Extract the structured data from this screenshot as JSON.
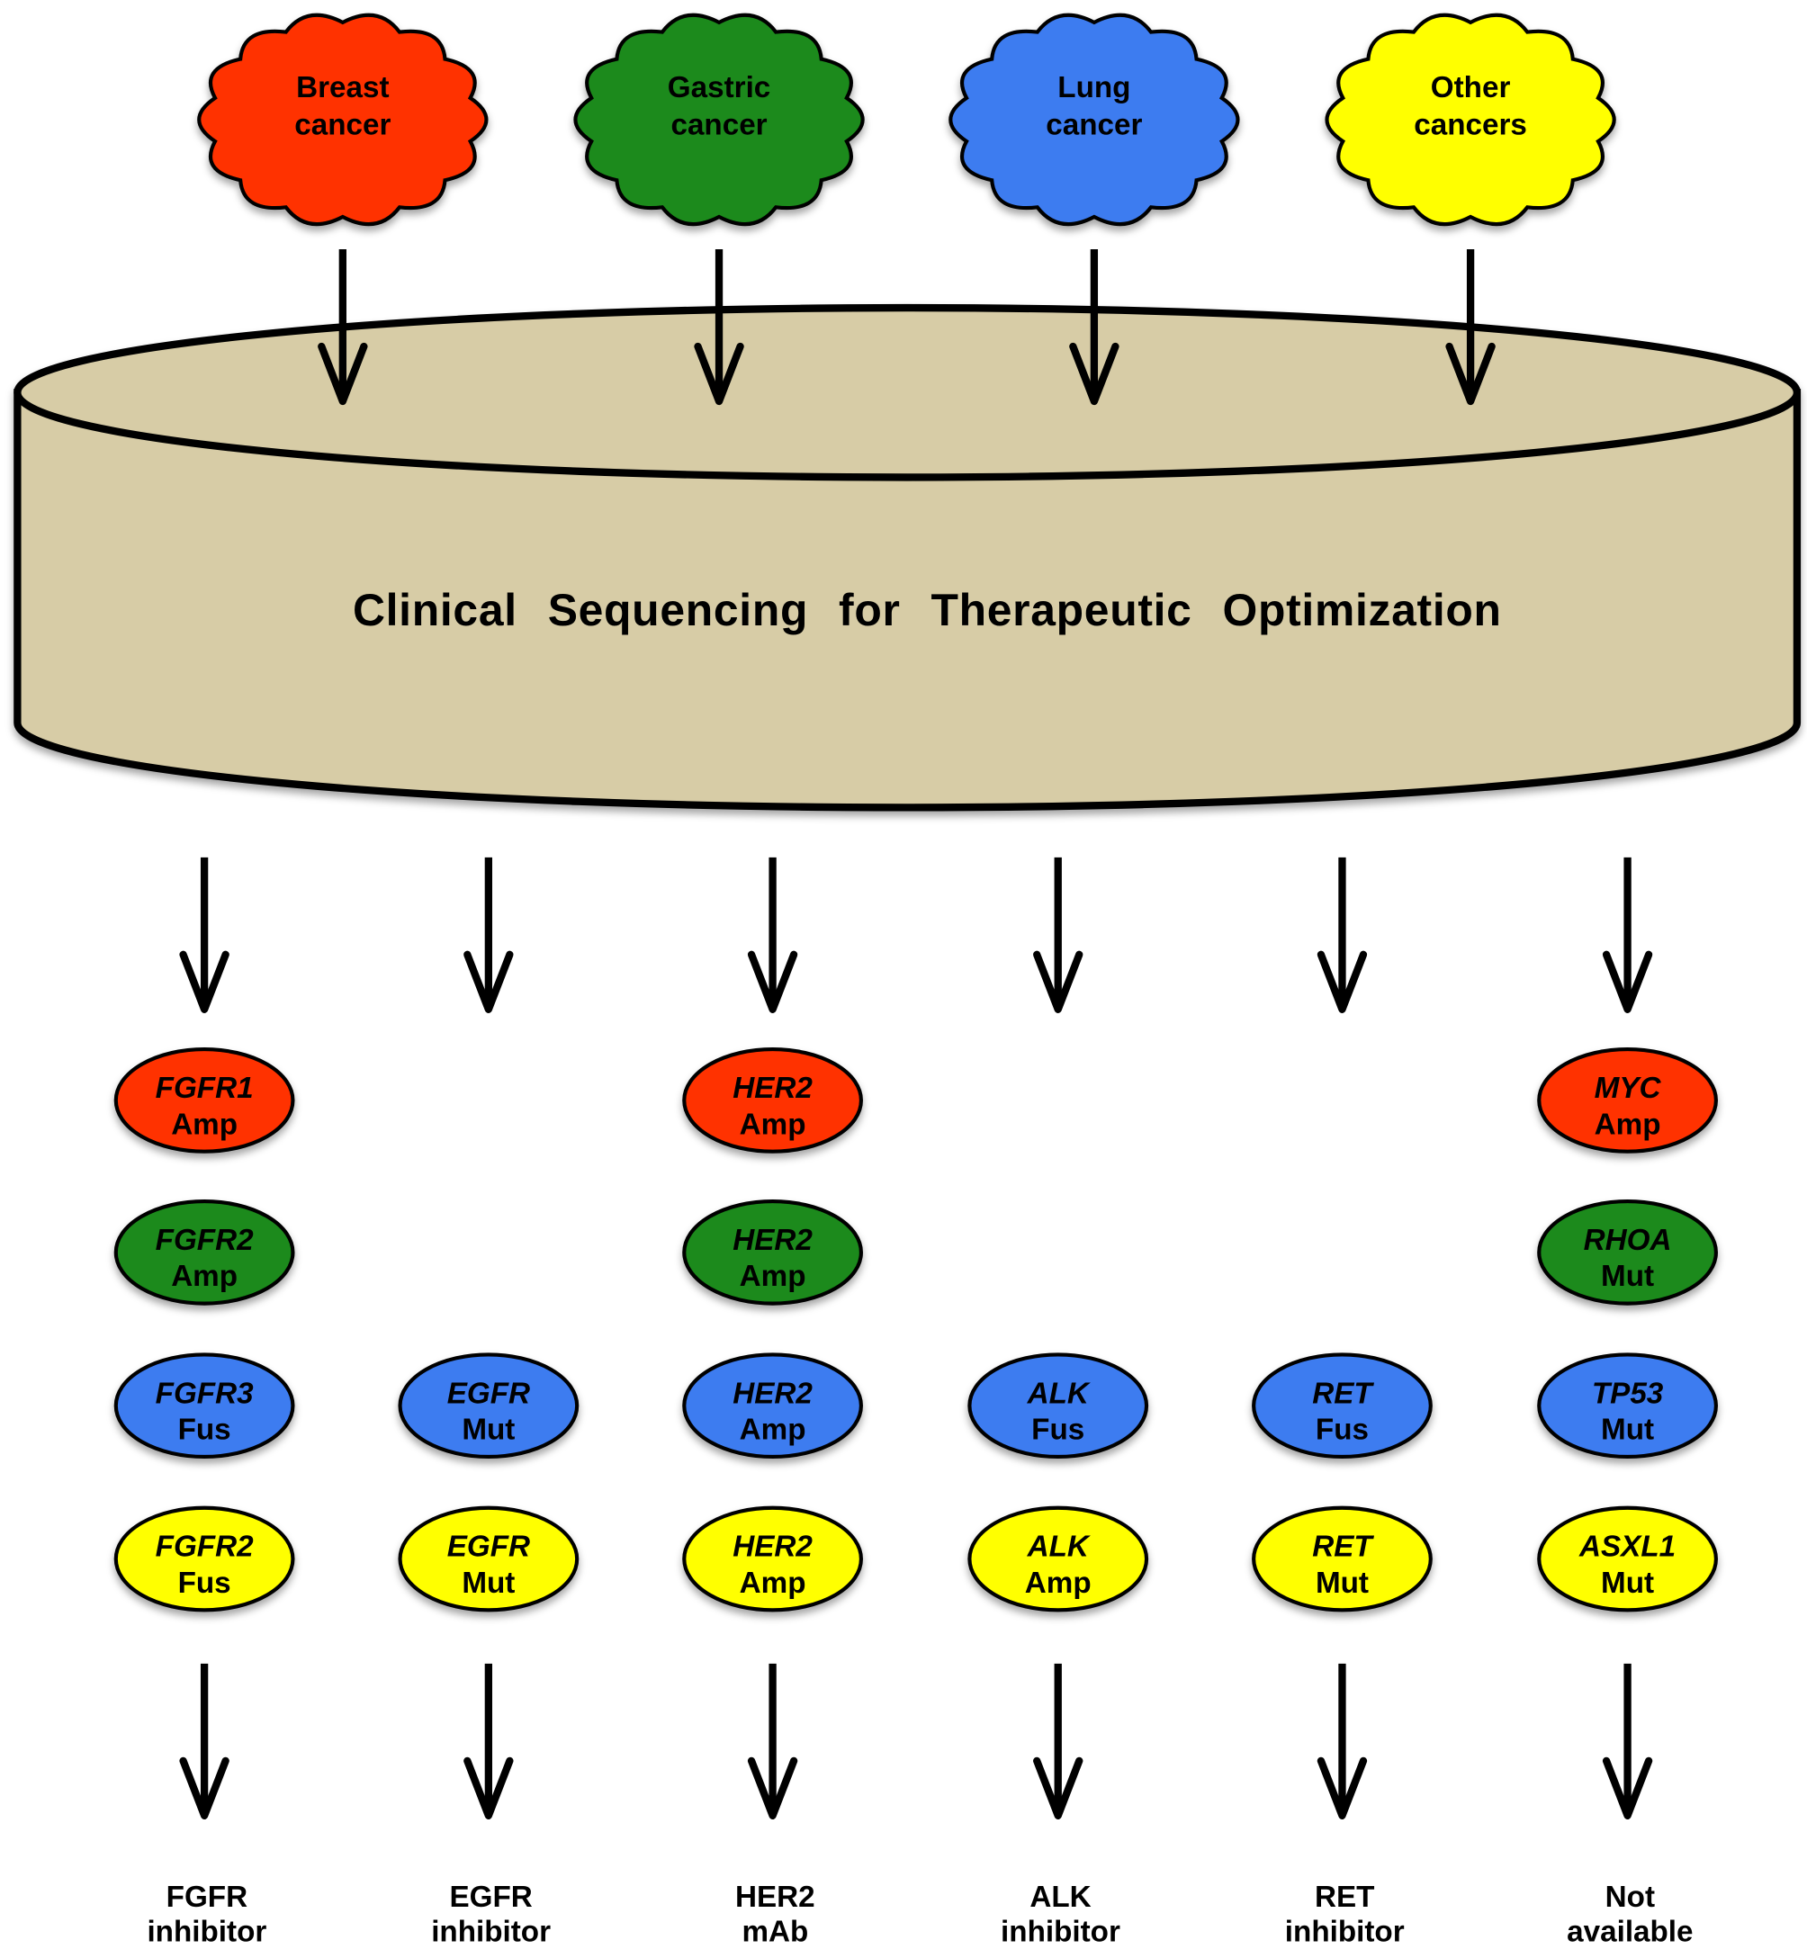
{
  "colors": {
    "breast": "#ff3300",
    "gastric": "#1a8a1a",
    "lung": "#3d7bf0",
    "other": "#ffff00",
    "cylinder_fill": "#d7cca6",
    "outline": "#000000"
  },
  "cancers": [
    {
      "line1": "Breast",
      "line2": "cancer",
      "color_key": "breast"
    },
    {
      "line1": "Gastric",
      "line2": "cancer",
      "color_key": "gastric"
    },
    {
      "line1": "Lung",
      "line2": "cancer",
      "color_key": "lung"
    },
    {
      "line1": "Other",
      "line2": "cancers",
      "color_key": "other"
    }
  ],
  "platform": {
    "title": "Clinical Sequencing for Therapeutic Optimization"
  },
  "columns": [
    {
      "drug_line1": "FGFR",
      "drug_line2": "inhibitor",
      "alterations": [
        {
          "gene": "FGFR1",
          "type": "Amp",
          "color_key": "breast"
        },
        {
          "gene": "FGFR2",
          "type": "Amp",
          "color_key": "gastric"
        },
        {
          "gene": "FGFR3",
          "type": "Fus",
          "color_key": "lung"
        },
        {
          "gene": "FGFR2",
          "type": "Fus",
          "color_key": "other"
        }
      ]
    },
    {
      "drug_line1": "EGFR",
      "drug_line2": "inhibitor",
      "alterations": [
        null,
        null,
        {
          "gene": "EGFR",
          "type": "Mut",
          "color_key": "lung"
        },
        {
          "gene": "EGFR",
          "type": "Mut",
          "color_key": "other"
        }
      ]
    },
    {
      "drug_line1": "HER2",
      "drug_line2": "mAb",
      "alterations": [
        {
          "gene": "HER2",
          "type": "Amp",
          "color_key": "breast"
        },
        {
          "gene": "HER2",
          "type": "Amp",
          "color_key": "gastric"
        },
        {
          "gene": "HER2",
          "type": "Amp",
          "color_key": "lung"
        },
        {
          "gene": "HER2",
          "type": "Amp",
          "color_key": "other"
        }
      ]
    },
    {
      "drug_line1": "ALK",
      "drug_line2": "inhibitor",
      "alterations": [
        null,
        null,
        {
          "gene": "ALK",
          "type": "Fus",
          "color_key": "lung"
        },
        {
          "gene": "ALK",
          "type": "Amp",
          "color_key": "other"
        }
      ]
    },
    {
      "drug_line1": "RET",
      "drug_line2": "inhibitor",
      "alterations": [
        null,
        null,
        {
          "gene": "RET",
          "type": "Fus",
          "color_key": "lung"
        },
        {
          "gene": "RET",
          "type": "Mut",
          "color_key": "other"
        }
      ]
    },
    {
      "drug_line1": "Not",
      "drug_line2": "available",
      "alterations": [
        {
          "gene": "MYC",
          "type": "Amp",
          "color_key": "breast"
        },
        {
          "gene": "RHOA",
          "type": "Mut",
          "color_key": "gastric"
        },
        {
          "gene": "TP53",
          "type": "Mut",
          "color_key": "lung"
        },
        {
          "gene": "ASXL1",
          "type": "Mut",
          "color_key": "other"
        }
      ]
    }
  ]
}
